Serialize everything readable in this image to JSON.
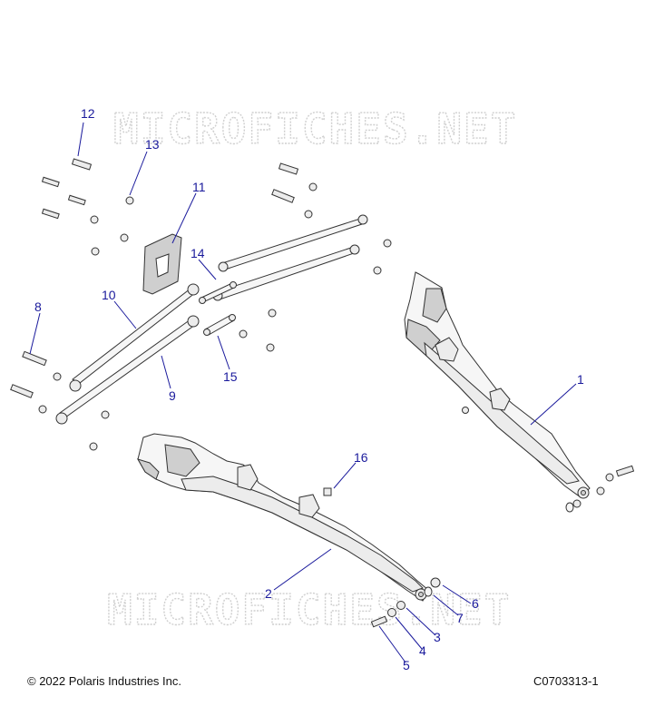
{
  "watermark": "MICROFICHES.NET",
  "footer": {
    "copyright": "© 2022 Polaris Industries Inc.",
    "part_code": "C0703313-1"
  },
  "callouts": {
    "n1": "1",
    "n2": "2",
    "n3": "3",
    "n4": "4",
    "n5": "5",
    "n6": "6",
    "n7": "7",
    "n8": "8",
    "n9": "9",
    "n10": "10",
    "n11": "11",
    "n12": "12",
    "n13": "13",
    "n14": "14",
    "n15": "15",
    "n16": "16"
  },
  "colors": {
    "callout": "#1a1a9c",
    "outline": "#333333",
    "part_fill": "#ececec",
    "watermark": "#d0d0d0"
  }
}
